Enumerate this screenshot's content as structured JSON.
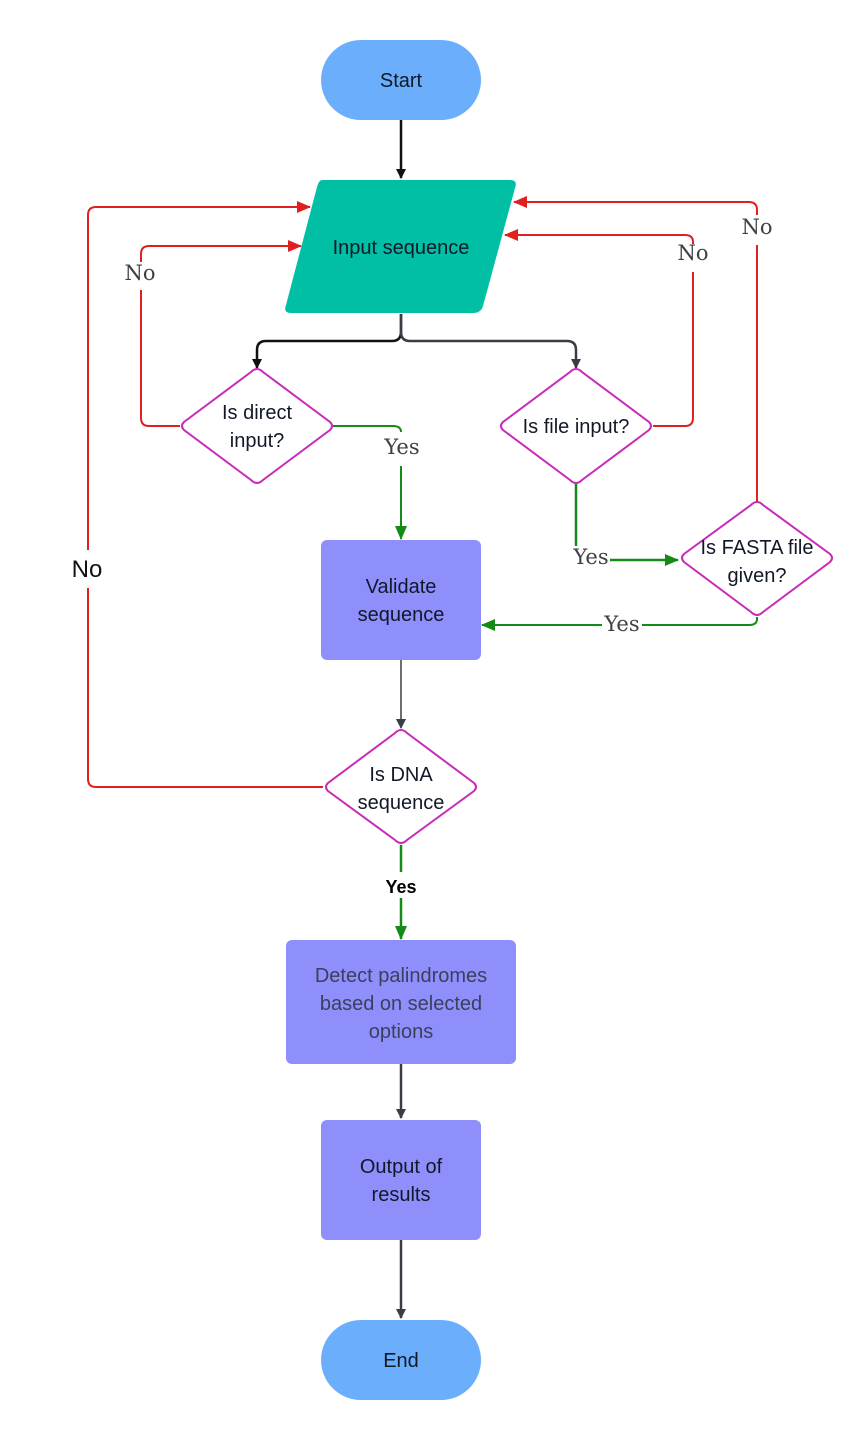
{
  "colors": {
    "terminal": "#6aaefc",
    "input": "#00bfa5",
    "process": "#8f8ffc",
    "decision_border": "#c82bb8",
    "edge_no": "#e02020",
    "edge_yes": "#168a16",
    "edge_default": "#3a3d45"
  },
  "nodes": {
    "start": {
      "label": "Start"
    },
    "input_sequence": {
      "label": "Input sequence"
    },
    "is_direct_input": {
      "line1": "Is direct",
      "line2": "input?"
    },
    "is_file_input": {
      "label": "Is file input?"
    },
    "is_fasta": {
      "line1": "Is FASTA file",
      "line2": "given?"
    },
    "validate": {
      "line1": "Validate",
      "line2": "sequence"
    },
    "is_dna": {
      "line1": "Is DNA",
      "line2": "sequence"
    },
    "detect": {
      "line1": "Detect palindromes",
      "line2": "based on selected",
      "line3": "options"
    },
    "output": {
      "line1": "Output of",
      "line2": "results"
    },
    "end": {
      "label": "End"
    }
  },
  "edge_labels": {
    "direct_no": "No",
    "direct_yes": "Yes",
    "file_no": "No",
    "file_yes": "Yes",
    "fasta_no": "No",
    "fasta_yes": "Yes",
    "dna_no": "No",
    "dna_yes": "Yes"
  }
}
